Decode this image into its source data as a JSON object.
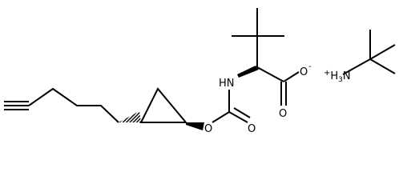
{
  "colors": {
    "bond": "#000000",
    "background": "#ffffff"
  },
  "atom_labels": {
    "nh": "HN",
    "o_carbonyl": "O",
    "o_ester": "O",
    "o_carboxyl": "O",
    "o_carboxylate": "O",
    "charge_minus": "-",
    "ammonium_charge": "+",
    "ammonium_h": "H",
    "ammonium_sub": "3",
    "ammonium_n": "N"
  }
}
